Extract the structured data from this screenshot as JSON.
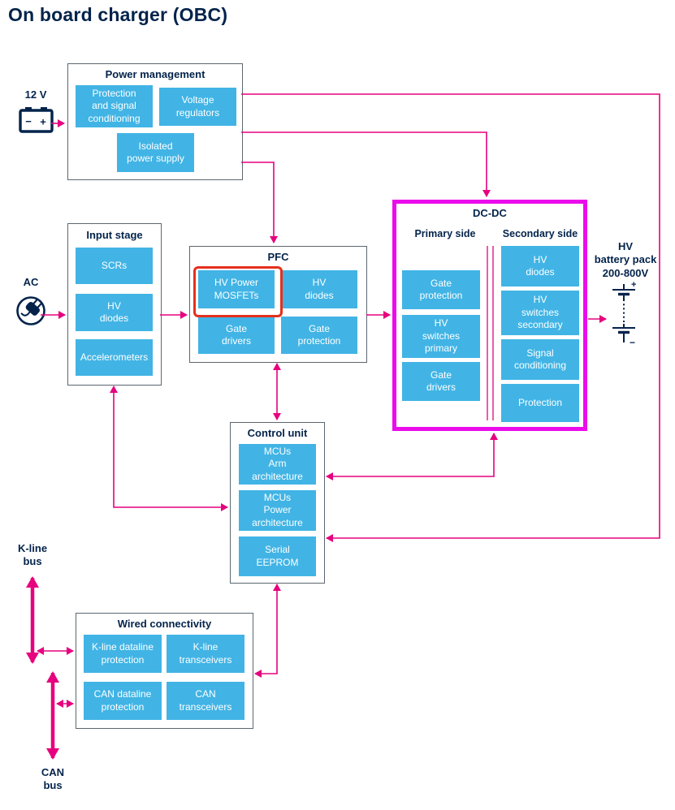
{
  "title": "On board charger (OBC)",
  "colors": {
    "navy": "#03234B",
    "chip_blue": "#41B4E5",
    "arrow_pink": "#E6017E",
    "dcdc_magenta": "#EB0BEB",
    "highlight_red": "#E5301D",
    "box_border_gray": "#5C6770"
  },
  "icons": {
    "battery_12v": "car-battery-icon",
    "ac_plug": "ac-plug-icon",
    "hv_battery": "hv-battery-cells-icon"
  },
  "external": {
    "battery_12v": {
      "label": "12 V",
      "minus": "−",
      "plus": "+"
    },
    "ac": {
      "label": "AC"
    },
    "hv_battery": {
      "label": "HV\nbattery pack\n200-800V",
      "plus": "+",
      "minus": "−"
    },
    "kline_bus": {
      "label": "K-line\nbus"
    },
    "can_bus": {
      "label": "CAN\nbus"
    }
  },
  "blocks": {
    "power_management": {
      "title": "Power management",
      "items": [
        "Protection\nand signal\nconditioning",
        "Voltage\nregulators",
        "Isolated\npower supply"
      ]
    },
    "input_stage": {
      "title": "Input stage",
      "items": [
        "SCRs",
        "HV\ndiodes",
        "Accelerometers"
      ]
    },
    "pfc": {
      "title": "PFC",
      "items": [
        "HV Power\nMOSFETs",
        "HV\ndiodes",
        "Gate\ndrivers",
        "Gate\nprotection"
      ],
      "highlighted_item": "HV Power MOSFETs"
    },
    "dcdc": {
      "title": "DC-DC",
      "primary_title": "Primary side",
      "secondary_title": "Secondary side",
      "primary_items": [
        "Gate\nprotection",
        "HV\nswitches\nprimary",
        "Gate\ndrivers"
      ],
      "secondary_items": [
        "HV\ndiodes",
        "HV\nswitches\nsecondary",
        "Signal\nconditioning",
        "Protection"
      ]
    },
    "control_unit": {
      "title": "Control unit",
      "items": [
        "MCUs\nArm\narchitecture",
        "MCUs\nPower\narchitecture",
        "Serial\nEEPROM"
      ]
    },
    "wired_connectivity": {
      "title": "Wired connectivity",
      "items": [
        "K-line dataline\nprotection",
        "K-line\ntransceivers",
        "CAN dataline\nprotection",
        "CAN\ntransceivers"
      ]
    }
  }
}
